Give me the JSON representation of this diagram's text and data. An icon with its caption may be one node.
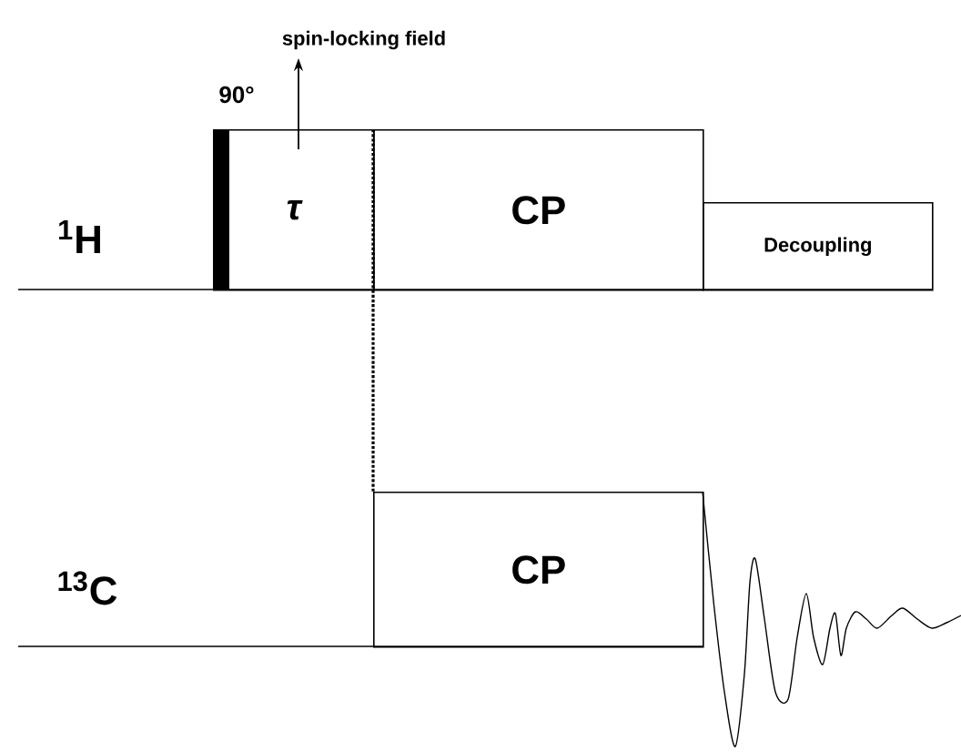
{
  "diagram": {
    "nodes": [
      {
        "text": [
          "τ"
        ]
      },
      {
        "text": [
          "CP"
        ]
      },
      {
        "text": [
          "Decoupling"
        ]
      },
      {
        "text": [
          "CP"
        ]
      }
    ],
    "edges": [
      {
        "from": 1,
        "to": 3,
        "arrow": "none",
        "style": "dashed"
      }
    ],
    "labels": [
      "spin-locking field",
      "90°",
      "$^{1}$H",
      "$^{13}$C"
    ]
  }
}
